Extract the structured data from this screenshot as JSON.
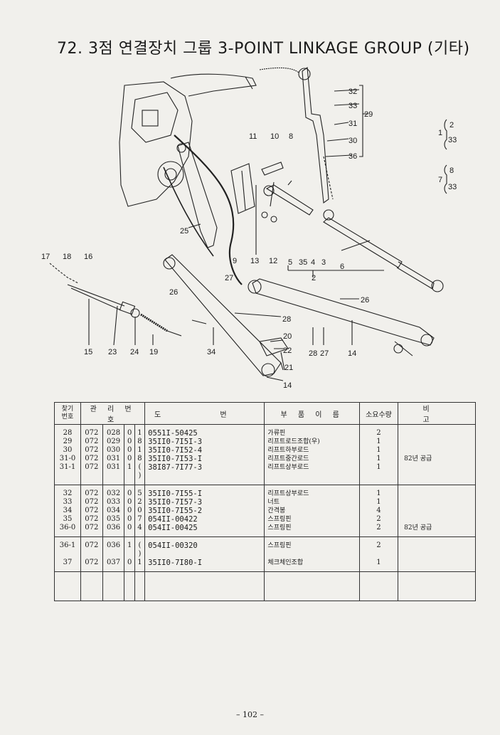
{
  "title": "72.  3점 연결장치 그룹 3-POINT LINKAGE GROUP (기타)",
  "diagram": {
    "callouts": [
      "32",
      "33",
      "29",
      "31",
      "30",
      "36",
      "11",
      "10",
      "8",
      "25",
      "9",
      "13",
      "12",
      "5",
      "35",
      "4",
      "3",
      "6",
      "2",
      "17",
      "18",
      "16",
      "27",
      "26",
      "28",
      "20",
      "22",
      "21",
      "14",
      "15",
      "23",
      "24",
      "19",
      "34",
      "28",
      "27",
      "14",
      "26"
    ],
    "side_refs": {
      "ref1": {
        "main": "1",
        "items": [
          "2",
          "33"
        ]
      },
      "ref7": {
        "main": "7",
        "items": [
          "8",
          "33"
        ]
      }
    }
  },
  "table": {
    "headers": [
      "찾기\n번호",
      "관 리 번 호",
      "도 번",
      "부 품 이 름",
      "소요수량",
      "비 고"
    ],
    "groups": [
      {
        "rows": [
          {
            "no": "28",
            "c1": "072",
            "c2": "028",
            "c3": "0",
            "c4": "1",
            "code": "0551I-50425",
            "name": "가류핀",
            "qty": "2",
            "remark": ""
          },
          {
            "no": "29",
            "c1": "072",
            "c2": "029",
            "c3": "0",
            "c4": "8",
            "code": "35II0-7I5I-3",
            "name": "리프트로드조합(우)",
            "qty": "1",
            "remark": ""
          },
          {
            "no": "30",
            "c1": "072",
            "c2": "030",
            "c3": "0",
            "c4": "1",
            "code": "35II0-7I52-4",
            "name": "리프트하부로드",
            "qty": "1",
            "remark": ""
          },
          {
            "no": "31-0",
            "c1": "072",
            "c2": "031",
            "c3": "0",
            "c4": "8",
            "code": "35II0-7I53-I",
            "name": "리프트중간로드",
            "qty": "1",
            "remark": "82년 공급"
          },
          {
            "no": "31-1",
            "c1": "072",
            "c2": "031",
            "c3": "1",
            "c4": "( )",
            "code": "38I87-7I77-3",
            "name": "리프트상부로드",
            "qty": "1",
            "remark": ""
          }
        ]
      },
      {
        "rows": [
          {
            "no": "32",
            "c1": "072",
            "c2": "032",
            "c3": "0",
            "c4": "5",
            "code": "35II0-7I55-I",
            "name": "리프트상부로드",
            "qty": "1",
            "remark": ""
          },
          {
            "no": "33",
            "c1": "072",
            "c2": "033",
            "c3": "0",
            "c4": "2",
            "code": "35II0-7I57-3",
            "name": "너트",
            "qty": "1",
            "remark": ""
          },
          {
            "no": "34",
            "c1": "072",
            "c2": "034",
            "c3": "0",
            "c4": "0",
            "code": "35II0-7I55-2",
            "name": "간격봉",
            "qty": "4",
            "remark": ""
          },
          {
            "no": "35",
            "c1": "072",
            "c2": "035",
            "c3": "0",
            "c4": "7",
            "code": "054II-00422",
            "name": "스프링핀",
            "qty": "2",
            "remark": ""
          },
          {
            "no": "36-0",
            "c1": "072",
            "c2": "036",
            "c3": "0",
            "c4": "4",
            "code": "054II-00425",
            "name": "스프링핀",
            "qty": "2",
            "remark": "82년 공급"
          }
        ]
      },
      {
        "rows": [
          {
            "no": "36-1",
            "c1": "072",
            "c2": "036",
            "c3": "1",
            "c4": "( )",
            "code": "054II-00320",
            "name": "스프링핀",
            "qty": "2",
            "remark": ""
          },
          {
            "no": "37",
            "c1": "072",
            "c2": "037",
            "c3": "0",
            "c4": "1",
            "code": "35II0-7I80-I",
            "name": "체크체인조합",
            "qty": "1",
            "remark": ""
          }
        ]
      }
    ]
  },
  "page_number": "– 102 –"
}
